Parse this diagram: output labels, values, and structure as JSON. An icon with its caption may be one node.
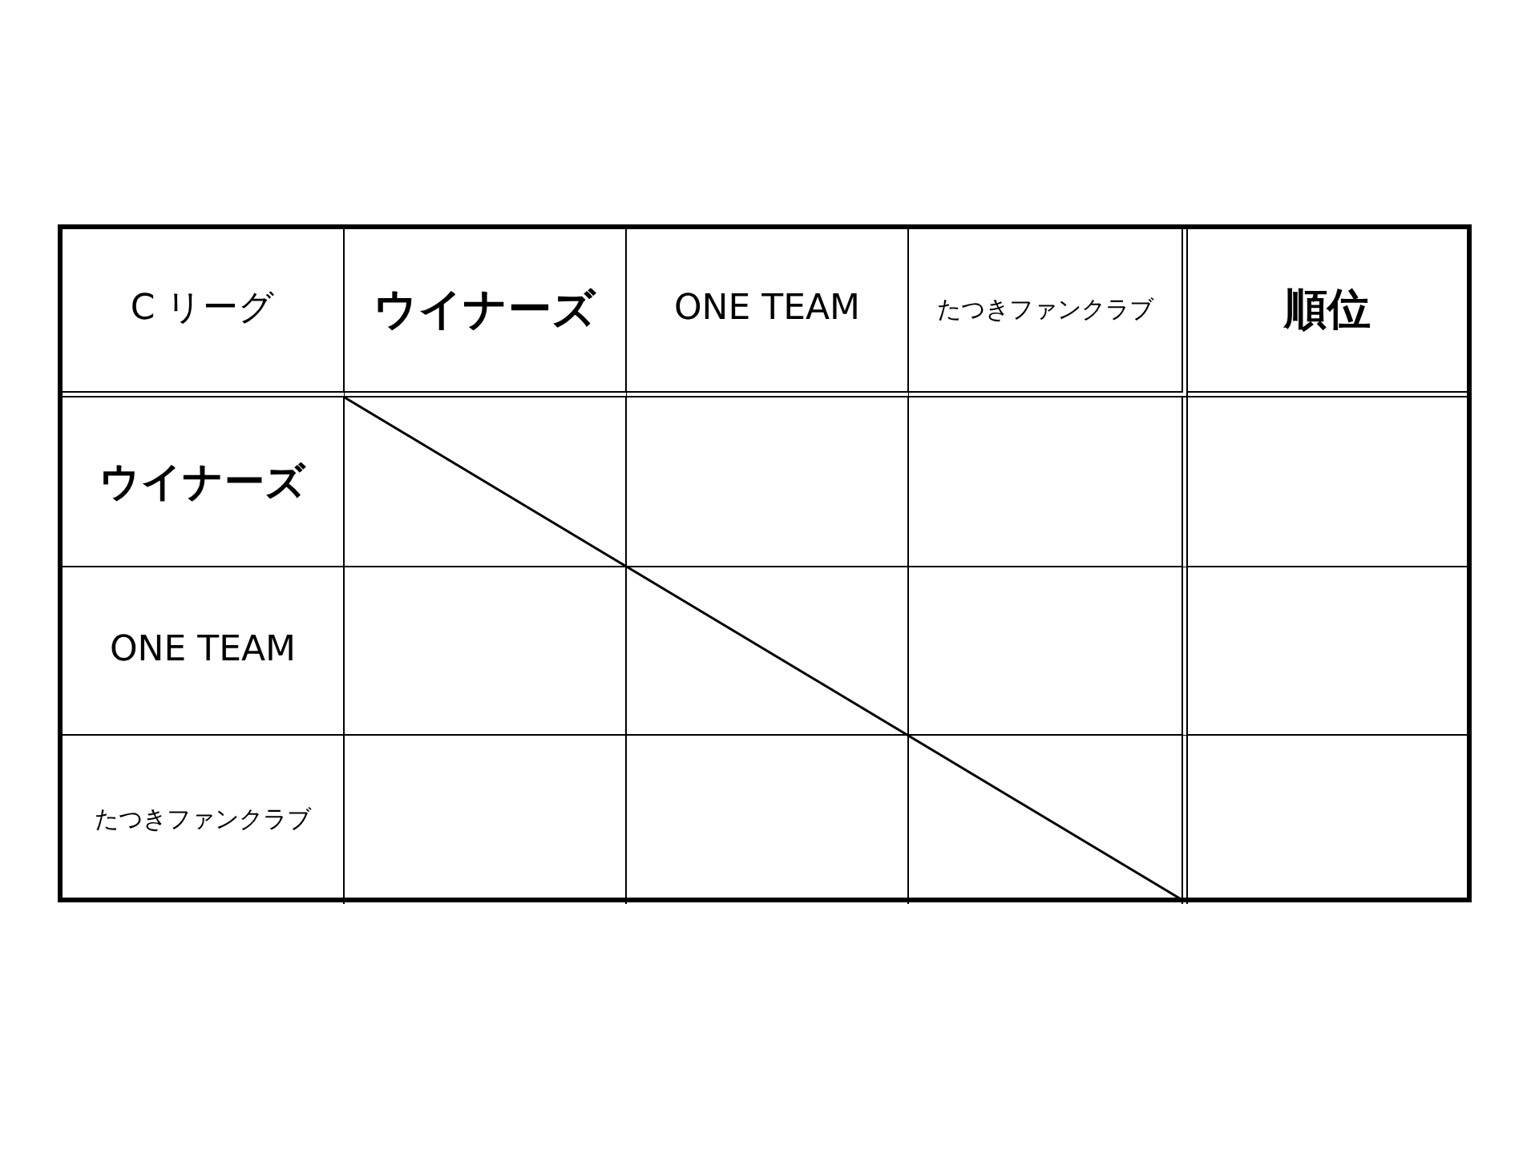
{
  "diagram": {
    "labels": [
      "C リーグ",
      "ウイナーズ",
      "ONE TEAM",
      "たつきファンクラブ",
      "順位",
      "ウイナーズ",
      "ONE TEAM",
      "たつきファンクラブ"
    ]
  }
}
